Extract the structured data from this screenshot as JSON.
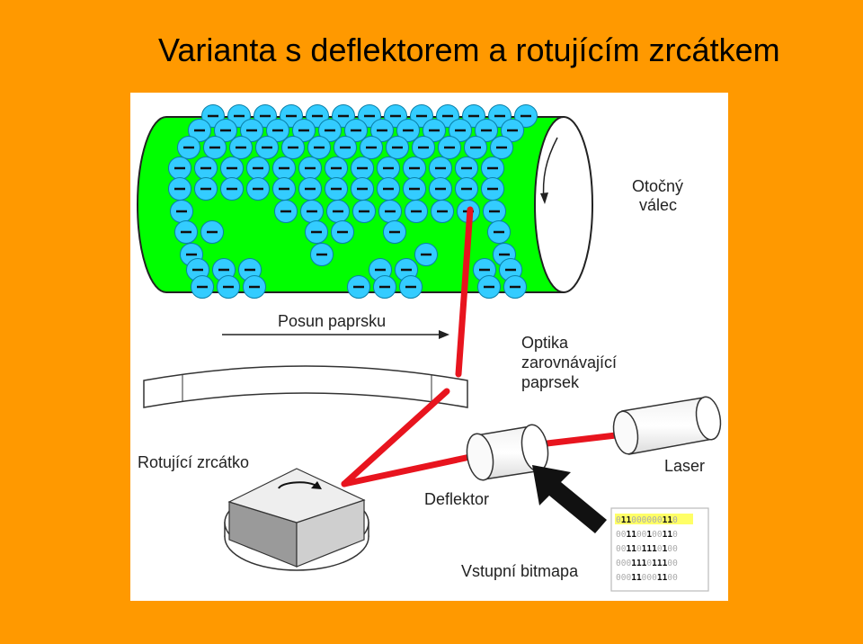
{
  "slide": {
    "title": "Varianta s deflektorem a rotujícím zrcátkem",
    "background": "#FF9900"
  },
  "diagram": {
    "labels": {
      "drum_line1": "Otočný",
      "drum_line2": "válec",
      "beam_shift": "Posun paprsku",
      "optics_line1": "Optika",
      "optics_line2": "zarovnávající",
      "optics_line3": "paprsek",
      "mirror": "Rotující zrcátko",
      "laser": "Laser",
      "deflector": "Deflektor",
      "bitmap": "Vstupní bitmapa"
    },
    "bitmap_rows": [
      "011000000110",
      "001100100110",
      "001101110100",
      "000111011100",
      "000110001100"
    ],
    "colors": {
      "drum": "#00FF00",
      "charge": "#33CCFF",
      "beam": "#E8141E",
      "bitmap_highlight": "#FFFF66",
      "panel": "#FFFFFF"
    }
  }
}
